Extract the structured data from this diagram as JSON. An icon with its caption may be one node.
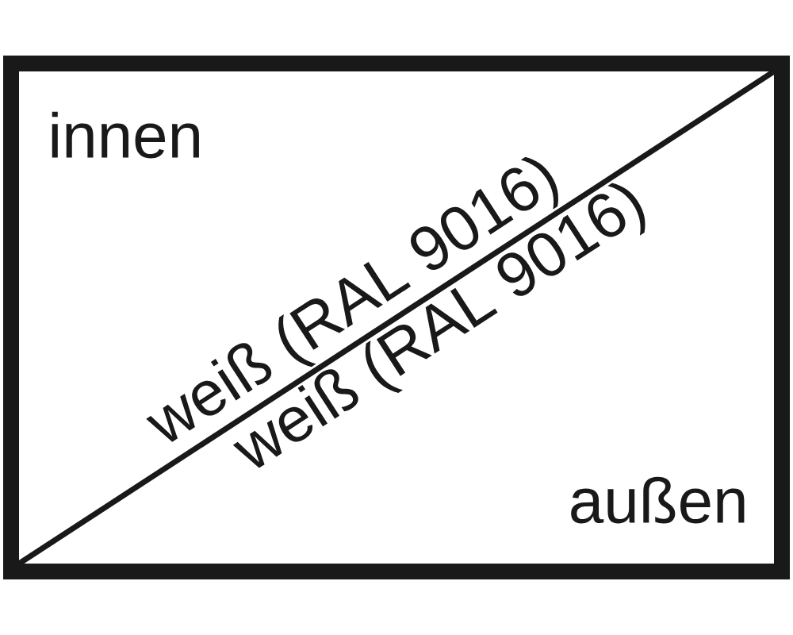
{
  "diagram": {
    "nodes": [
      {
        "text": [
          "innen",
          "weiß (RAL 9016)"
        ]
      },
      {
        "text": [
          "weiß (RAL 9016)",
          "außen"
        ]
      }
    ]
  }
}
